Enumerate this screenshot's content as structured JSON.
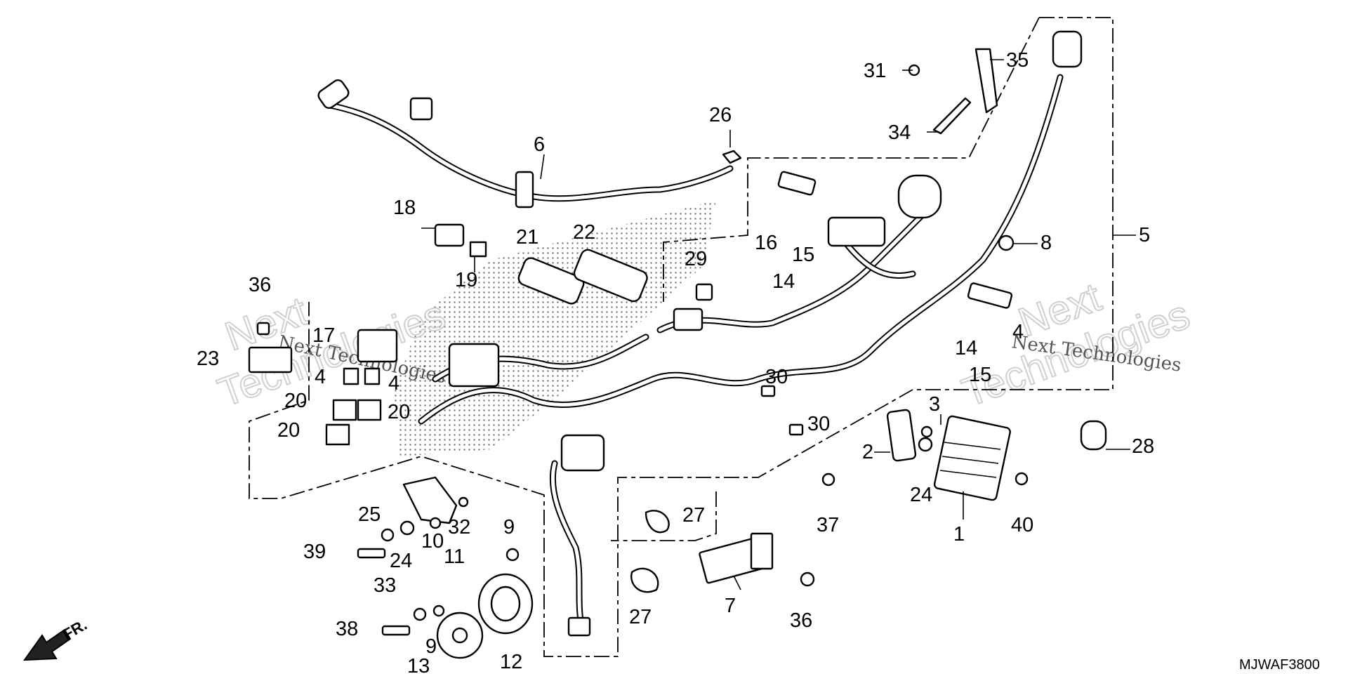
{
  "diagram": {
    "code": "MJWAF3800",
    "direction_label": "FR.",
    "watermark_text": "Next Technologies",
    "watermark_brand": "Next",
    "watermark_word": "Technologies"
  },
  "callouts": [
    {
      "id": "c1",
      "label": "1"
    },
    {
      "id": "c2",
      "label": "2"
    },
    {
      "id": "c3",
      "label": "3"
    },
    {
      "id": "c4a",
      "label": "4"
    },
    {
      "id": "c4b",
      "label": "4"
    },
    {
      "id": "c4c",
      "label": "4"
    },
    {
      "id": "c5",
      "label": "5"
    },
    {
      "id": "c6",
      "label": "6"
    },
    {
      "id": "c7",
      "label": "7"
    },
    {
      "id": "c8",
      "label": "8"
    },
    {
      "id": "c9a",
      "label": "9"
    },
    {
      "id": "c9b",
      "label": "9"
    },
    {
      "id": "c10",
      "label": "10"
    },
    {
      "id": "c11",
      "label": "11"
    },
    {
      "id": "c12",
      "label": "12"
    },
    {
      "id": "c13",
      "label": "13"
    },
    {
      "id": "c14a",
      "label": "14"
    },
    {
      "id": "c14b",
      "label": "14"
    },
    {
      "id": "c15a",
      "label": "15"
    },
    {
      "id": "c15b",
      "label": "15"
    },
    {
      "id": "c16",
      "label": "16"
    },
    {
      "id": "c17",
      "label": "17"
    },
    {
      "id": "c18",
      "label": "18"
    },
    {
      "id": "c19",
      "label": "19"
    },
    {
      "id": "c20a",
      "label": "20"
    },
    {
      "id": "c20b",
      "label": "20"
    },
    {
      "id": "c20c",
      "label": "20"
    },
    {
      "id": "c21",
      "label": "21"
    },
    {
      "id": "c22",
      "label": "22"
    },
    {
      "id": "c23",
      "label": "23"
    },
    {
      "id": "c24a",
      "label": "24"
    },
    {
      "id": "c24b",
      "label": "24"
    },
    {
      "id": "c25",
      "label": "25"
    },
    {
      "id": "c26",
      "label": "26"
    },
    {
      "id": "c27a",
      "label": "27"
    },
    {
      "id": "c27b",
      "label": "27"
    },
    {
      "id": "c28",
      "label": "28"
    },
    {
      "id": "c29",
      "label": "29"
    },
    {
      "id": "c30a",
      "label": "30"
    },
    {
      "id": "c30b",
      "label": "30"
    },
    {
      "id": "c31",
      "label": "31"
    },
    {
      "id": "c32",
      "label": "32"
    },
    {
      "id": "c33",
      "label": "33"
    },
    {
      "id": "c34",
      "label": "34"
    },
    {
      "id": "c35",
      "label": "35"
    },
    {
      "id": "c36a",
      "label": "36"
    },
    {
      "id": "c36b",
      "label": "36"
    },
    {
      "id": "c37",
      "label": "37"
    },
    {
      "id": "c38",
      "label": "38"
    },
    {
      "id": "c39",
      "label": "39"
    },
    {
      "id": "c40",
      "label": "40"
    }
  ]
}
